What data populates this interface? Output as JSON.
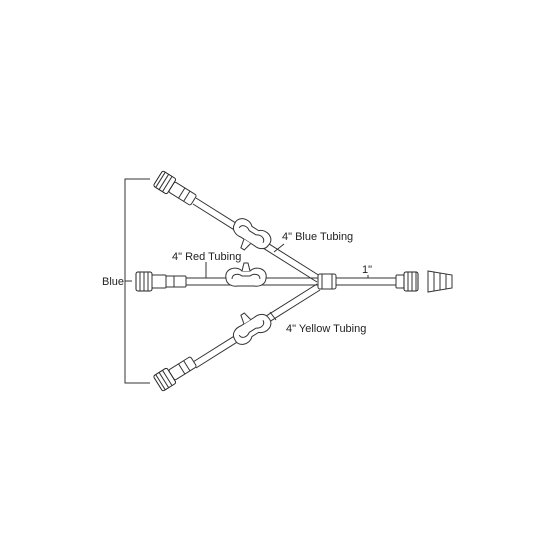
{
  "labels": {
    "bracket": "Blue",
    "blue_tubing": "4\" Blue Tubing",
    "red_tubing": "4\" Red Tubing",
    "yellow_tubing": "4\" Yellow Tubing",
    "main_line": "1\""
  }
}
